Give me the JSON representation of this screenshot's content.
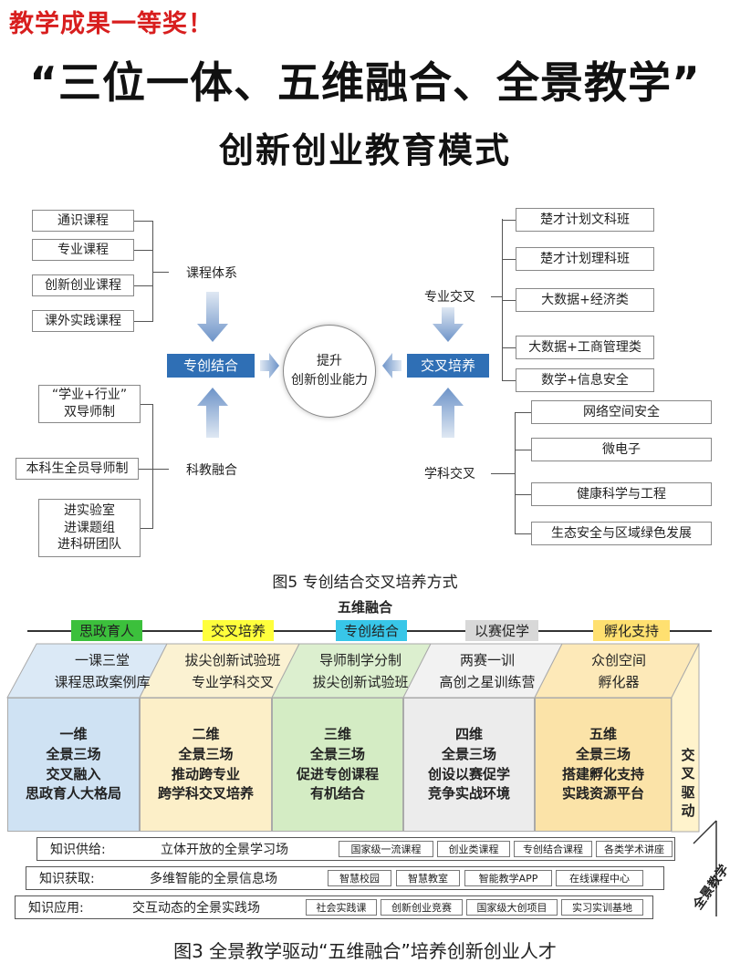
{
  "header": {
    "tag": "教学成果一等奖！",
    "title": "“三位一体、五维融合、全景教学”",
    "subtitle": "创新创业教育模式"
  },
  "fig5": {
    "left_items_top": [
      "通识课程",
      "专业课程",
      "创新创业课程",
      "课外实践课程"
    ],
    "course_system": "课程体系",
    "zhuanchuang": "专创结合",
    "left_items_bottom": [
      "“学业+行业”\n双导师制",
      "本科生全员导师制",
      "进实验室\n进课题组\n进科研团队"
    ],
    "kejiao": "科教融合",
    "center": "提升\n创新创业能力",
    "right_items_top": [
      "楚才计划文科班",
      "楚才计划理科班",
      "大数据+经济类",
      "大数据+工商管理类",
      "数学+信息安全"
    ],
    "zhuanye_jiaocha": "专业交叉",
    "jiaocha_peiyang": "交叉培养",
    "right_items_bottom": [
      "网络空间安全",
      "微电子",
      "健康科学与工程",
      "生态安全与区域绿色发展"
    ],
    "xueke_jiaocha": "学科交叉",
    "caption": "图5  专创结合交叉培养方式"
  },
  "fig3": {
    "title": "五维融合",
    "headers": [
      "思政育人",
      "交叉培养",
      "专创结合",
      "以赛促学",
      "孵化支持"
    ],
    "header_colors": [
      "#3cc03c",
      "#ffff3c",
      "#38c6e8",
      "#d8d8d8",
      "#ffe070"
    ],
    "tops": [
      "一课三堂\n课程思政案例库",
      "拔尖创新试验班\n专业学科交叉",
      "导师制学分制\n拔尖创新试验班",
      "两赛一训\n高创之星训练营",
      "众创空间\n孵化器"
    ],
    "cols": [
      "一维\n全景三场\n交叉融入\n思政育人大格局",
      "二维\n全景三场\n推动跨专业\n跨学科交叉培养",
      "三维\n全景三场\n促进专创课程\n有机结合",
      "四维\n全景三场\n创设以赛促学\n竞争实战环境",
      "五维\n全景三场\n搭建孵化支持\n实践资源平台"
    ],
    "col_colors": [
      "#cfe2f3",
      "#fcefc8",
      "#d4ecc4",
      "#ececec",
      "#fbe3a8"
    ],
    "side_label": "交叉驱动",
    "side_label2": "全景教学",
    "rows": [
      {
        "label": "知识供给:",
        "main": "立体开放的全景学习场",
        "tags": [
          "国家级一流课程",
          "创业类课程",
          "专创结合课程",
          "各类学术讲座"
        ]
      },
      {
        "label": "知识获取:",
        "main": "多维智能的全景信息场",
        "tags": [
          "智慧校园",
          "智慧教室",
          "智能教学APP",
          "在线课程中心"
        ]
      },
      {
        "label": "知识应用:",
        "main": "交互动态的全景实践场",
        "tags": [
          "社会实践课",
          "创新创业竞赛",
          "国家级大创项目",
          "实习实训基地"
        ]
      }
    ],
    "caption": "图3  全景教学驱动“五维融合”培养创新创业人才"
  }
}
